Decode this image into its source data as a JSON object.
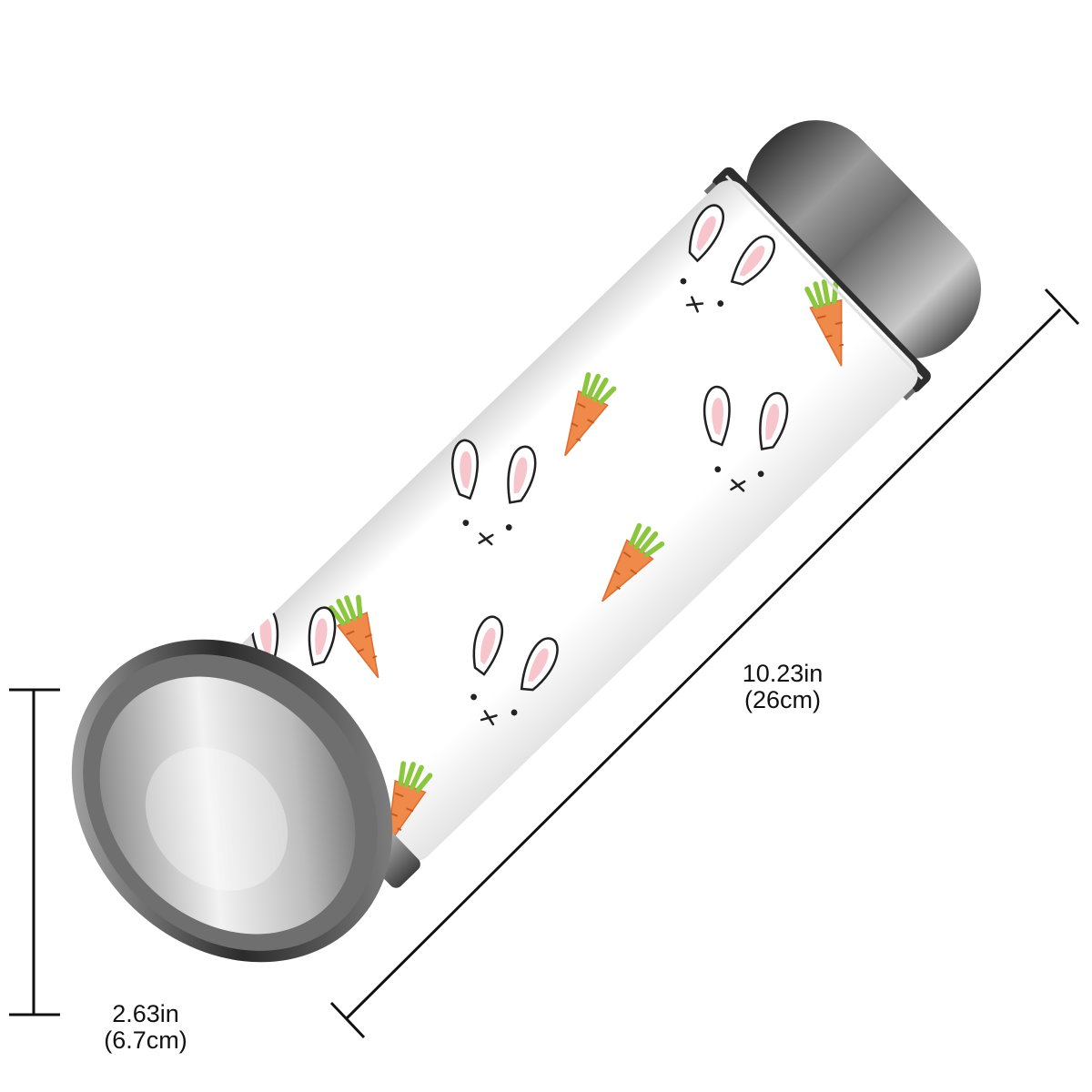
{
  "product": {
    "type": "insulated-vacuum-bottle",
    "pattern": [
      "bunny-face-icon",
      "carrot-icon"
    ],
    "colors": {
      "wrap": "#fdfdfd",
      "carrot": "#f08a4b",
      "carrot_top": "#8cc63f",
      "ear_inner": "#f7c6cc",
      "steel_dark": "#3a3a3a",
      "steel_light": "#d8d8d8"
    }
  },
  "dimensions": {
    "length": {
      "imperial": "10.23in",
      "metric": "(26cm)"
    },
    "diameter": {
      "imperial": "2.63in",
      "metric": "(6.7cm)"
    }
  }
}
